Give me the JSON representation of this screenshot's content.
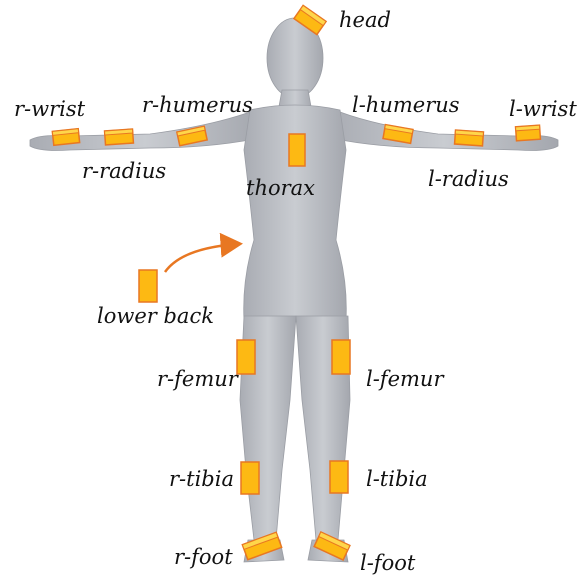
{
  "colors": {
    "sensor_fill": "#FDB913",
    "sensor_top": "#FFD64A",
    "sensor_edge": "#E87722",
    "body": "#B9BCC2",
    "body_shade": "#9EA1A8",
    "arrow": "#E87722"
  },
  "labels": {
    "head": "head",
    "r_wrist": "r-wrist",
    "r_humerus": "r-humerus",
    "l_humerus": "l-humerus",
    "l_wrist": "l-wrist",
    "r_radius": "r-radius",
    "thorax": "thorax",
    "l_radius": "l-radius",
    "lower_back": "lower back",
    "r_femur": "r-femur",
    "l_femur": "l-femur",
    "r_tibia": "r-tibia",
    "l_tibia": "l-tibia",
    "r_foot": "r-foot",
    "l_foot": "l-foot"
  },
  "sensors": [
    "head",
    "r_wrist",
    "r_radius",
    "r_humerus",
    "thorax",
    "l_humerus",
    "l_radius",
    "l_wrist",
    "lower_back",
    "r_femur",
    "l_femur",
    "r_tibia",
    "l_tibia",
    "r_foot",
    "l_foot"
  ]
}
